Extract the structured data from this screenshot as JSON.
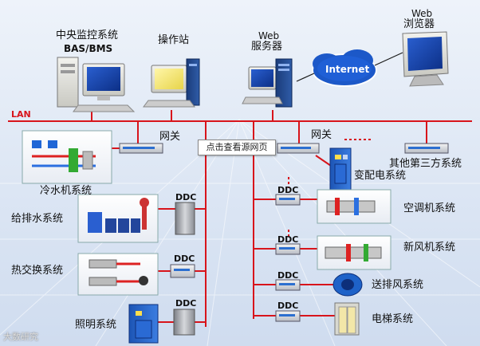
{
  "diagram": {
    "lan_label": "LAN",
    "internet_label": "Internet",
    "bas_line1": "中央监控系统",
    "bas_line2": "BAS/BMS",
    "operator_label": "操作站",
    "web_server_line1": "Web",
    "web_server_line2": "服务器",
    "browser_line1": "Web",
    "browser_line2": "浏览器",
    "gateway1_label": "网关",
    "gateway2_label": "网关",
    "tooltip": "点击查看源网页",
    "chiller_label": "冷水机系统",
    "third_party_label": "其他第三方系统",
    "substation_label": "变配电系统",
    "water_label": "给排水系统",
    "heat_label": "热交换系统",
    "lighting_label": "照明系统",
    "ac_label": "空调机系统",
    "freshair_label": "新风机系统",
    "fan_label": "送排风系统",
    "elevator_label": "电梯系统",
    "ddc": "DDC",
    "watermark": "大数研究"
  }
}
